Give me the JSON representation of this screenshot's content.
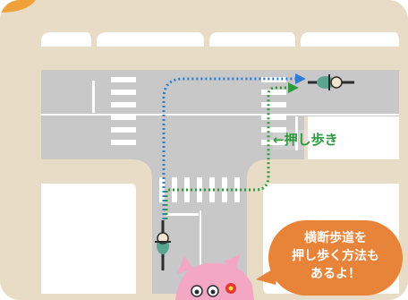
{
  "annotation": {
    "walk_label": "←押し歩き"
  },
  "callout": {
    "lines": [
      "横断歩道を",
      "押し歩く方法も",
      "あるよ！"
    ]
  },
  "legend": {
    "blue_path_color": "#2b7fd1",
    "green_path_color": "#2f9a3c"
  },
  "icons": {
    "cyclist_top": "cyclist-icon",
    "cyclist_bottom": "cyclist-icon",
    "mascot": "pig-mascot-icon"
  }
}
